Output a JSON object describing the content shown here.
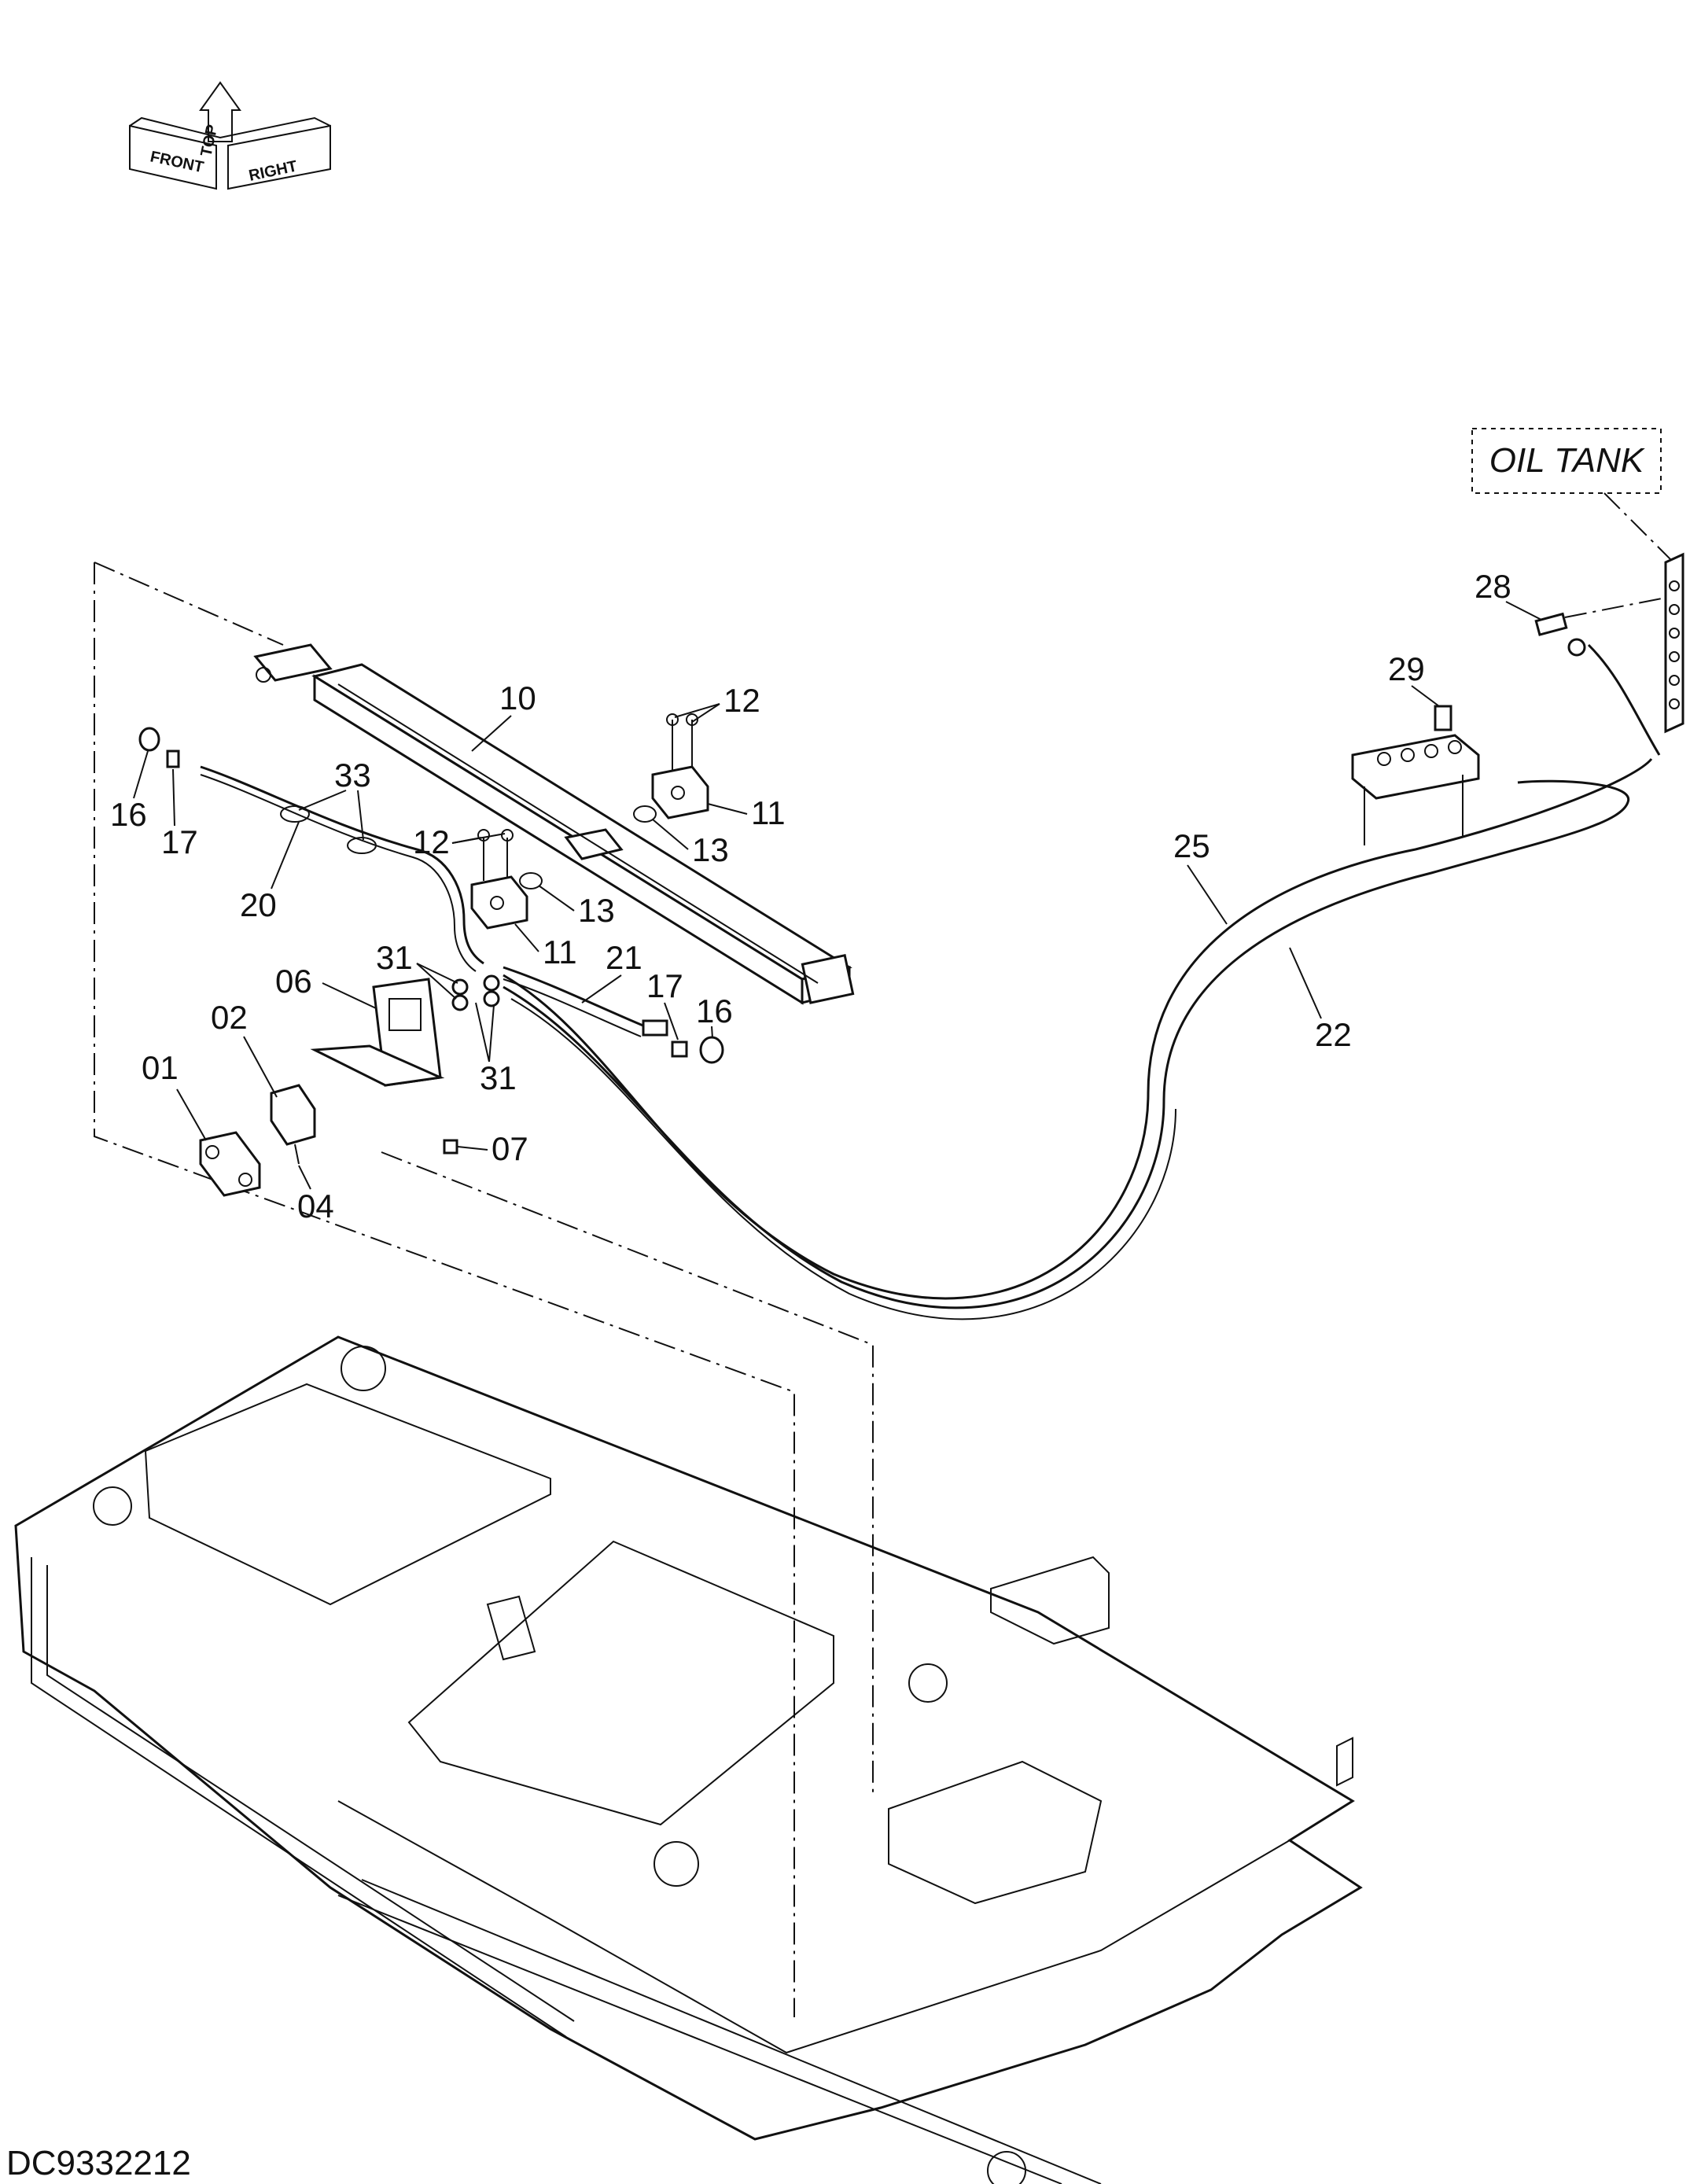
{
  "drawing_code": "DC9332212",
  "oil_tank_label": "OIL TANK",
  "orientation": {
    "front": "FRONT",
    "top": "TOP",
    "right": "RIGHT"
  },
  "callouts": {
    "p01": "01",
    "p02": "02",
    "p04": "04",
    "p06": "06",
    "p07": "07",
    "p10": "10",
    "p11a": "11",
    "p11b": "11",
    "p12a": "12",
    "p12b": "12",
    "p13a": "13",
    "p13b": "13",
    "p16a": "16",
    "p16b": "16",
    "p17a": "17",
    "p17b": "17",
    "p20": "20",
    "p21": "21",
    "p22": "22",
    "p25": "25",
    "p28": "28",
    "p29": "29",
    "p31a": "31",
    "p31b": "31",
    "p33": "33"
  }
}
